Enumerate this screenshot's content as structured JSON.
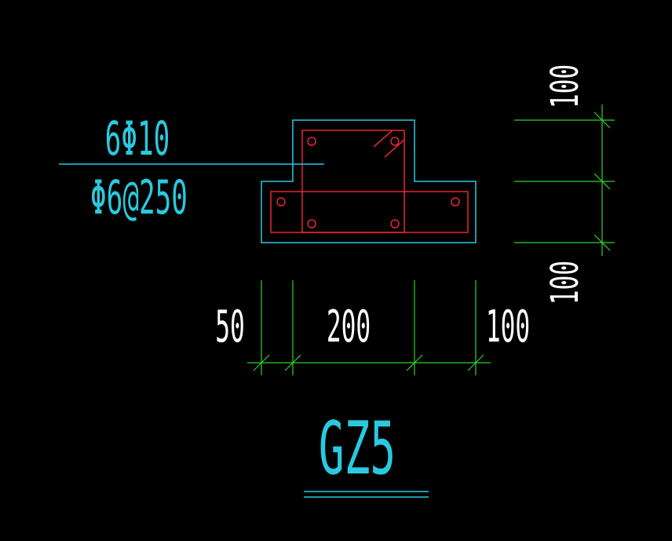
{
  "drawing": {
    "rebar_label_main": "6Φ10",
    "rebar_label_stirrup": "Φ6@250",
    "title": "GZ5",
    "dims_horizontal": [
      "50",
      "200",
      "100"
    ],
    "dims_vertical": [
      "100",
      "100"
    ]
  },
  "colors": {
    "background": "#000000",
    "outline": "#29c9e0",
    "rebar": "#e8262f",
    "dimension": "#2ed12e",
    "dim_text": "#ffffff",
    "label_text": "#29c9e0"
  }
}
